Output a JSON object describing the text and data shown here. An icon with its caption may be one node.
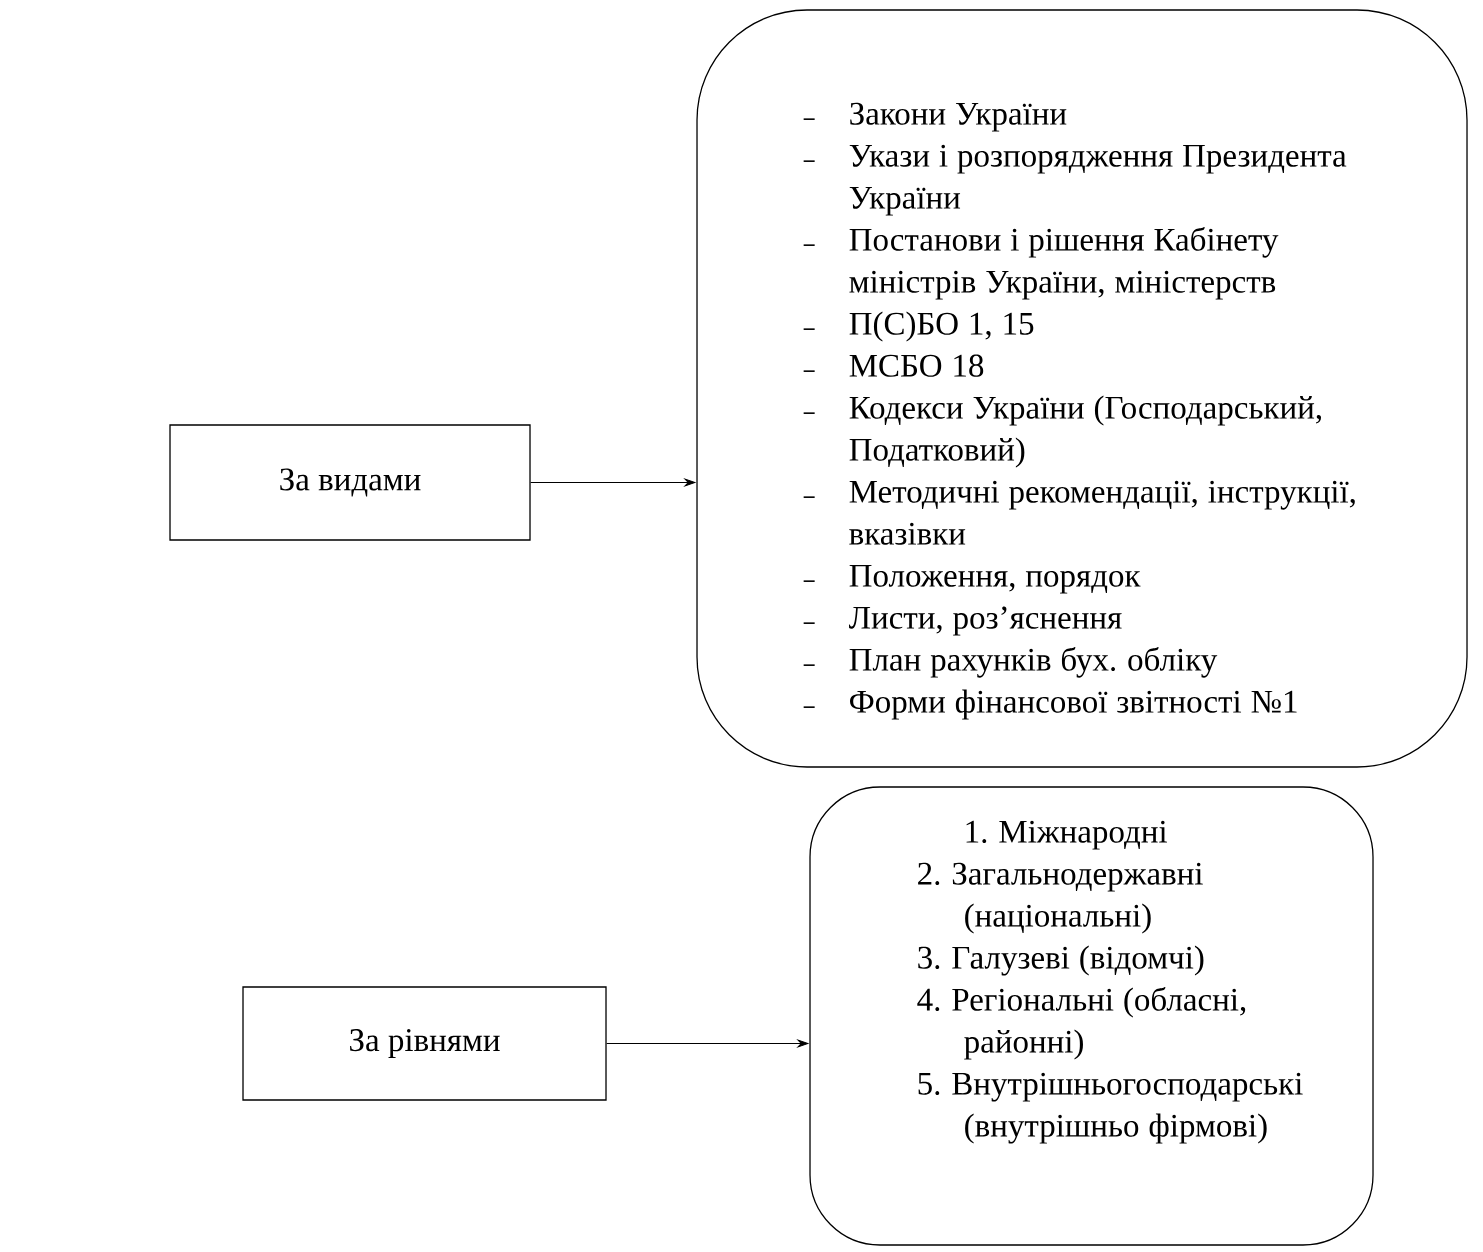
{
  "diagram": {
    "nodes": [
      {
        "text": [
          "За видами"
        ]
      },
      {
        "text": [
          "Закони України",
          "Укази і розпорядження Президента України",
          "Постанови і рішення Кабінету міністрів України, міністерств",
          "П(С)БО 1, 15",
          "МСБО 18",
          "Кодекси України (Господарський, Податковий)",
          "Методичні рекомендації, інструкції, вказівки",
          "Положення, порядок",
          "Листи, роз’яснення",
          "План рахунків бух. обліку",
          "Форми фінансової звітності №1"
        ]
      },
      {
        "text": [
          "За рівнями"
        ]
      },
      {
        "text": [
          "1. Міжнародні",
          "2. Загальнодержавні (національні)",
          "3. Галузеві (відомчі)",
          "4. Регіональні (обласні, районні)",
          "5. Внутрішньогосподарські (внутрішньо фірмові)"
        ]
      }
    ],
    "edges": [
      {
        "from": 0,
        "to": 1,
        "arrow": "to"
      },
      {
        "from": 2,
        "to": 3,
        "arrow": "to"
      }
    ]
  }
}
